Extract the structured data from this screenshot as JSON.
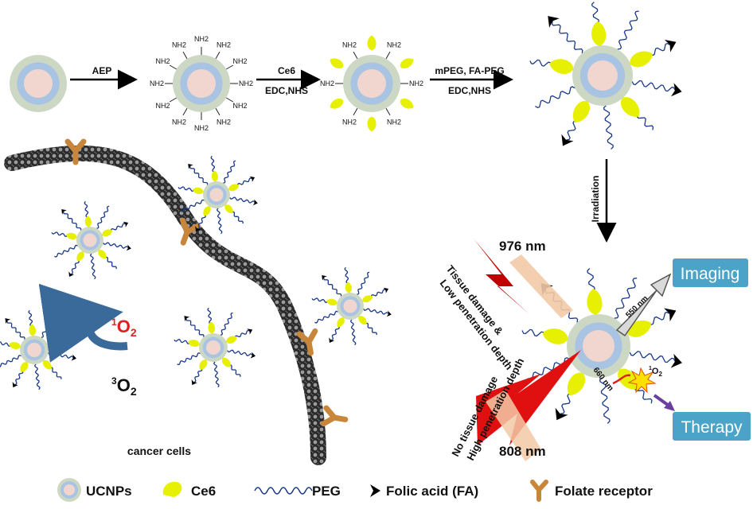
{
  "steps": {
    "aep": "AEP",
    "ce6": "Ce6",
    "edc": "EDC,NHS",
    "peg": "mPEG, FA-PEG",
    "irradiation": "Irradiation"
  },
  "amine_label": "NH2",
  "oxygen": {
    "singlet_sup": "1",
    "singlet_o": "O",
    "triplet_sup": "3",
    "triplet_o": "O",
    "sub": "2"
  },
  "labels": {
    "cancer_cells": "cancer cells"
  },
  "laser": {
    "nm976": "976 nm",
    "damage_line1": "Tissue damage &",
    "damage_line2": "Low penetration depth",
    "nm808": "808 nm",
    "safe_line1": "No tissue damage",
    "safe_line2": "High penetration depth",
    "nm550": "550 nm",
    "nm660": "660 nm"
  },
  "boxes": {
    "imaging": "Imaging",
    "therapy": "Therapy"
  },
  "legend": {
    "ucnps": "UCNPs",
    "ce6": "Ce6",
    "peg": "PEG",
    "fa": "Folic acid (FA)",
    "receptor": "Folate receptor"
  },
  "colors": {
    "shell": "#cdd8c4",
    "middle": "#a9c4e2",
    "core": "#f0d6cf",
    "ce6": "#e6f000",
    "peg": "#1a3a8a",
    "receptor": "#c8863a",
    "box": "#4ba3c7",
    "singlet_oxygen": "#e02020"
  }
}
